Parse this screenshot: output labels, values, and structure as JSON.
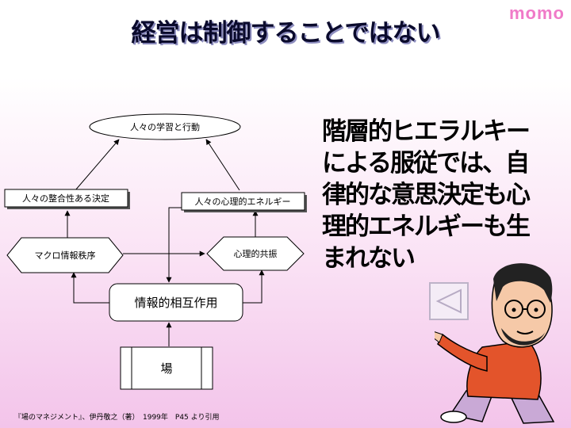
{
  "brand": "momo",
  "title": "経営は制御することではない",
  "diagram": {
    "top_goal": "人々の学習と行動",
    "decision": "人々の整合性ある決定",
    "energy": "人々の心理的エネルギー",
    "macro_order": "マクロ情報秩序",
    "resonance": "心理的共振",
    "interaction": "情報的相互作用",
    "ba": "場"
  },
  "message": {
    "lines": [
      "階層的ヒエラルキー",
      "による服従では、自",
      "律的な意思決定も心",
      "理的エネルギーも生",
      "まれない"
    ]
  },
  "citation": "『場のマネジメント』、伊丹敬之（著）　1999年　P45 より引用",
  "icons": {
    "back_button": "triangle-left-icon"
  },
  "colors": {
    "brand": "#f07ac8",
    "title": "#0a0a2c",
    "background_bottom": "#f3c4ea"
  }
}
